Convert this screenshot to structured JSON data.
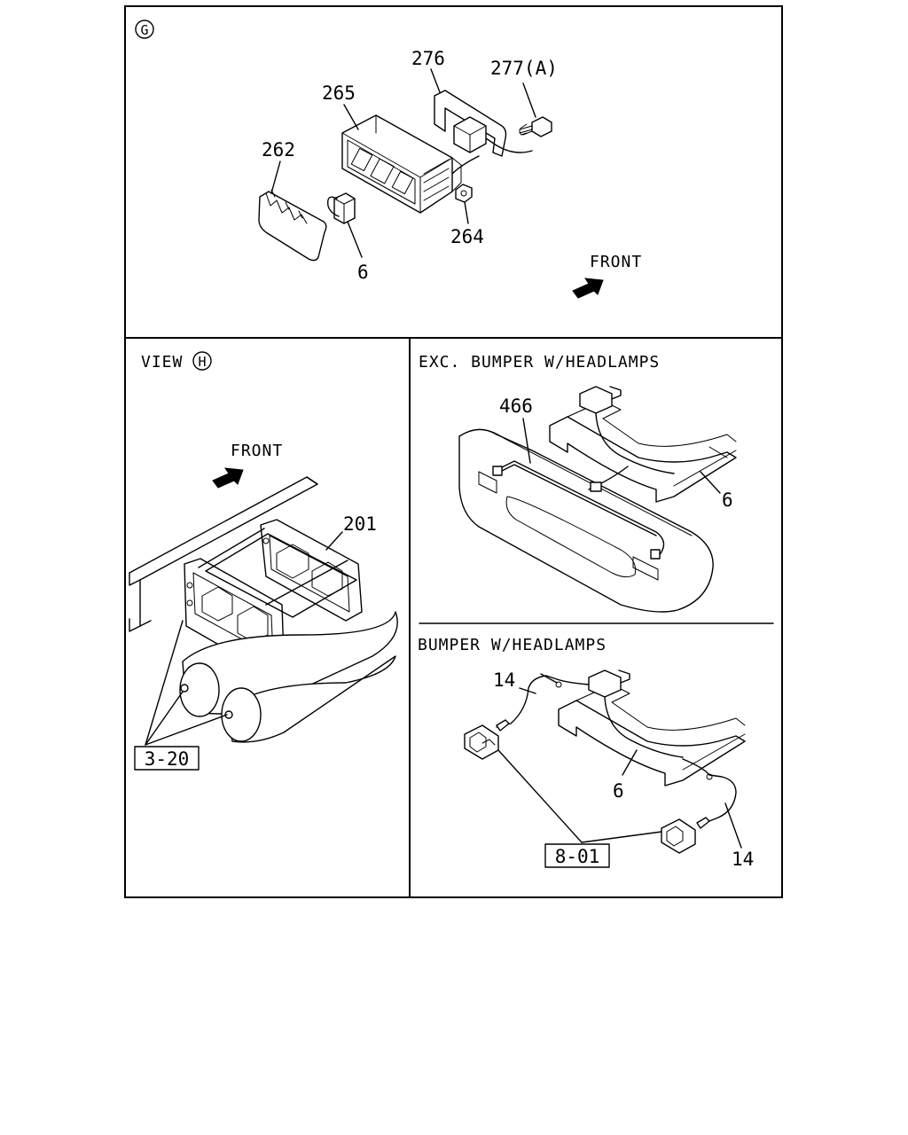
{
  "panel_g": {
    "marker": "G",
    "labels": {
      "p262": "262",
      "p265": "265",
      "p276": "276",
      "p277": "277(A)",
      "p264": "264",
      "p6": "6"
    },
    "front_label": "FRONT"
  },
  "panel_h": {
    "view_text": "VIEW",
    "marker": "H",
    "front_label": "FRONT",
    "labels": {
      "p201": "201",
      "ref_3_20": "3-20"
    }
  },
  "panel_exc": {
    "title": "EXC. BUMPER W/HEADLAMPS",
    "labels": {
      "p466": "466",
      "p6": "6"
    }
  },
  "panel_bumper": {
    "title": "BUMPER W/HEADLAMPS",
    "labels": {
      "p14_top": "14",
      "p6": "6",
      "p14_bottom": "14",
      "ref_8_01": "8-01"
    }
  }
}
